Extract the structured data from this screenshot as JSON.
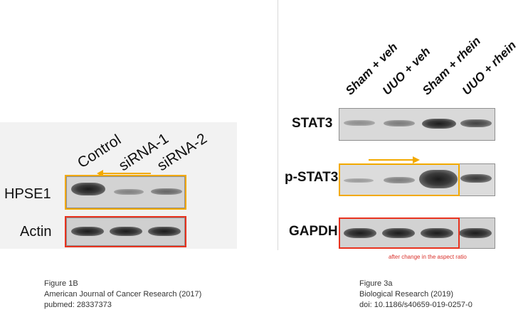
{
  "left_figure": {
    "lane_labels": [
      "Control",
      "siRNA-1",
      "siRNA-2"
    ],
    "rows": [
      {
        "label": "HPSE1"
      },
      {
        "label": "Actin"
      }
    ],
    "caption": {
      "line1": "Figure 1B",
      "line2": "American Journal of Cancer Research (2017)",
      "line3": "pubmed: 28337373"
    },
    "highlight_colors": {
      "orange": "#f2a900",
      "red": "#e8321e"
    }
  },
  "right_figure": {
    "lane_labels": [
      "Sham + veh",
      "UUO + veh",
      "Sham + rhein",
      "UUO + rhein"
    ],
    "rows": [
      {
        "label": "STAT3"
      },
      {
        "label": "p-STAT3"
      },
      {
        "label": "GAPDH"
      }
    ],
    "note": "after change in the aspect ratio",
    "caption": {
      "line1": "Figure 3a",
      "line2": "Biological Research (2019)",
      "line3": "doi: 10.1186/s40659-019-0257-0"
    },
    "highlight_colors": {
      "orange": "#f2a900",
      "red": "#e8321e",
      "note": "#d9302a"
    }
  }
}
